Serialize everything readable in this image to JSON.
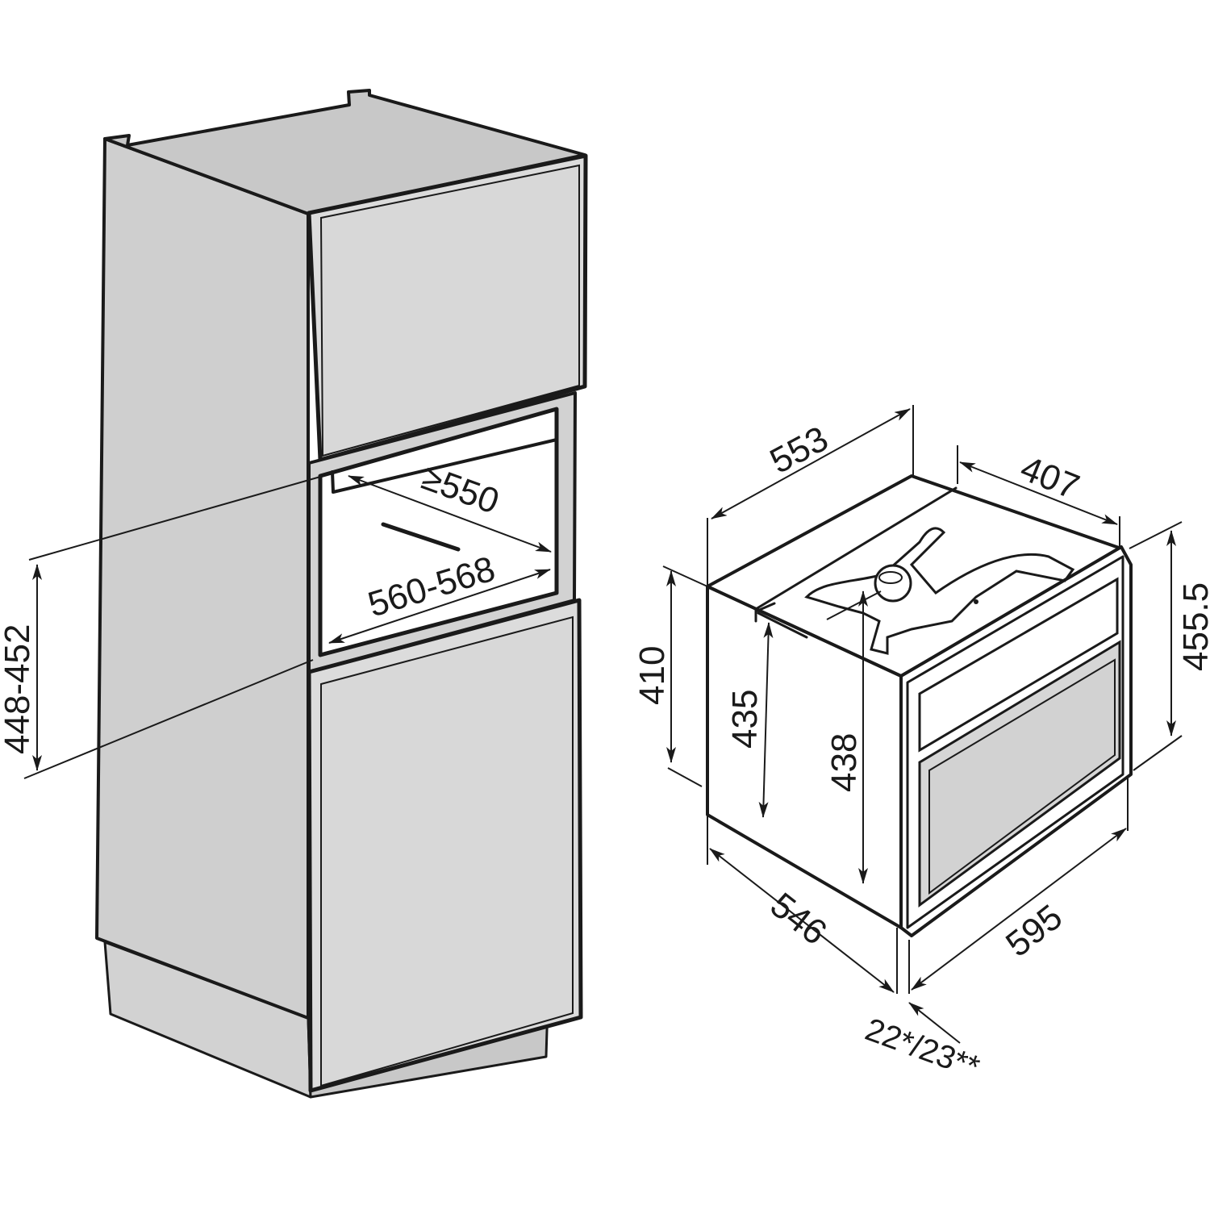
{
  "colors": {
    "line": "#1a1a1a",
    "cabinet_front": "#dcdcdc",
    "cabinet_side": "#cfcfcf",
    "cabinet_top": "#c8c8c8",
    "opening_inner": "#ffffff",
    "oven_body": "#ffffff",
    "oven_window": "#d6d6d6"
  },
  "dimensions": {
    "niche_depth": "≥550",
    "niche_width": "560-568",
    "niche_height": "448-452",
    "oven_depth_top": "553",
    "oven_top_width": "407",
    "oven_total_height": "455.5",
    "oven_body_height": "410",
    "oven_inner_height_a": "435",
    "oven_inner_height_b": "438",
    "oven_body_depth": "546",
    "oven_front_width": "595",
    "front_panel_depth": "22*/23**"
  }
}
